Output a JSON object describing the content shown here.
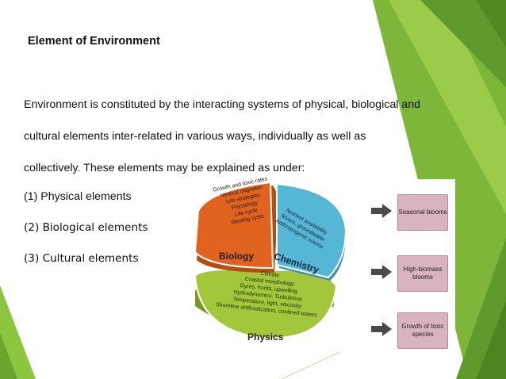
{
  "slide": {
    "title": "Element of Environment",
    "paragraph_lines": [
      "Environment is constituted by the interacting systems of physical, biological and",
      "cultural elements inter-related in various ways, individually as well as",
      "collectively. These elements may be explained as under:"
    ],
    "list": [
      "(1) Physical elements",
      "(2) Biological elements",
      "(3) Cultural elements"
    ]
  },
  "figure": {
    "biology": {
      "label": "Biology",
      "items": [
        "Growth and toxic rates",
        "Vertical migration",
        "Life strategies",
        "Physiology",
        "Life cycle",
        "Resting cysts"
      ]
    },
    "chemistry": {
      "label": "Chemistry",
      "items": [
        "Nutrient availability",
        "Rivers, groundwater",
        "Anthropogenic source"
      ]
    },
    "physics": {
      "label": "Physics",
      "items": [
        "Climate",
        "Coastal morphology",
        "Gyres, fronts, upwelling",
        "Hydrodynamics. Turbulence",
        "Temperature, light, viscosity",
        "Shoreline artificialization, confined waters"
      ]
    },
    "outcomes": [
      "Seasonal blooms",
      "High-biomass blooms",
      "Growth of toxic species"
    ]
  },
  "colors": {
    "biology": "#e0641f",
    "chemistry": "#56b6d6",
    "physics": "#a4c63a",
    "outcome_box": "#d9b3c0",
    "green_dark": "#5f9a2c",
    "green_light": "#8cc63f"
  }
}
